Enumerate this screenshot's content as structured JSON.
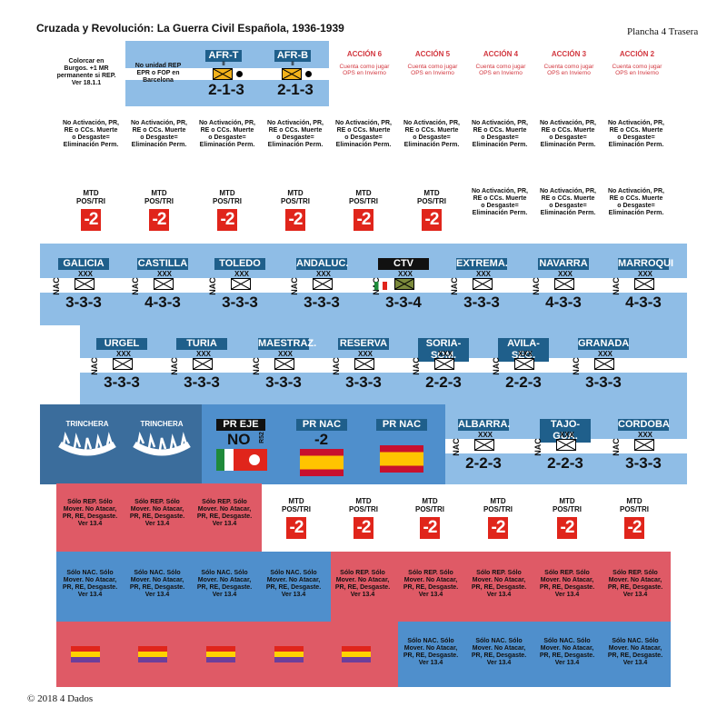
{
  "header": {
    "title": "Cruzada y Revolución: La Guerra Civil Española, 1936-1939",
    "sheet": "Plancha 4 Trasera"
  },
  "footer": {
    "copyright": "© 2018 4 Dados"
  },
  "colors": {
    "light_blue": "#8fbde6",
    "mid_blue": "#4f8fcc",
    "dark_blue": "#3b6d9c",
    "red_pink": "#df5a66",
    "red": "#e0251b"
  },
  "row1": {
    "note_left": "Colorcar en Burgos. +1 MR permanente si REP. Ver 18.1.1",
    "note_box": "No unidad REP EPR o FOP en Barcelona",
    "units": [
      {
        "label": "AFR-T",
        "size": "II",
        "strength": "2-1-3"
      },
      {
        "label": "AFR-B",
        "size": "II",
        "strength": "2-1-3"
      }
    ],
    "acciones": [
      {
        "title": "ACCIÓN 6",
        "text": "Cuenta como jugar OPS en Invierno"
      },
      {
        "title": "ACCIÓN 5",
        "text": "Cuenta como jugar OPS en Invierno"
      },
      {
        "title": "ACCIÓN 4",
        "text": "Cuenta como jugar OPS en Invierno"
      },
      {
        "title": "ACCIÓN 3",
        "text": "Cuenta como jugar OPS en Invierno"
      },
      {
        "title": "ACCIÓN 2",
        "text": "Cuenta como jugar OPS en Invierno"
      }
    ]
  },
  "row2": {
    "text": "No Activación, PR, RE o CCs. Muerte o Desgaste= Eliminación Perm."
  },
  "mtd": {
    "line1": "MTD",
    "line2": "POS/TRI",
    "value": "-2"
  },
  "row4": {
    "size": "XXX",
    "side": "NAC",
    "units": [
      {
        "label": "GALICIA",
        "strength": "3-3-3"
      },
      {
        "label": "CASTILLA",
        "strength": "4-3-3"
      },
      {
        "label": "TOLEDO",
        "strength": "3-3-3"
      },
      {
        "label": "ANDALUC.",
        "strength": "3-3-3"
      },
      {
        "label": "CTV",
        "strength": "3-3-4"
      },
      {
        "label": "EXTREMA.",
        "strength": "3-3-3"
      },
      {
        "label": "NAVARRA",
        "strength": "4-3-3"
      },
      {
        "label": "MARROQUI",
        "strength": "4-3-3"
      }
    ]
  },
  "row5": {
    "units": [
      {
        "label": "URGEL",
        "strength": "3-3-3"
      },
      {
        "label": "TURIA",
        "strength": "3-3-3"
      },
      {
        "label": "MAESTRAZ.",
        "strength": "3-3-3"
      },
      {
        "label": "RESERVA",
        "strength": "3-3-3"
      },
      {
        "label": "SORIA-SOM.",
        "strength": "2-2-3"
      },
      {
        "label": "AVILA-SEG.",
        "strength": "2-2-3"
      },
      {
        "label": "GRANADA",
        "strength": "3-3-3"
      }
    ]
  },
  "row6": {
    "trinchera": [
      "TRINCHERA",
      "TRINCHERA"
    ],
    "pr_eje": {
      "label": "PR EJE",
      "value": "NO",
      "rule": "R52"
    },
    "pr_nac1": {
      "label": "PR NAC",
      "value": "-2"
    },
    "pr_nac2": {
      "label": "PR NAC"
    },
    "units": [
      {
        "label": "ALBARRA.",
        "strength": "2-2-3"
      },
      {
        "label": "TAJO-GUA.",
        "strength": "2-2-3"
      },
      {
        "label": "CORDOBA",
        "strength": "3-3-3"
      }
    ]
  },
  "solo_rep": "Sólo REP. Sólo Mover. No Atacar, PR, RE, Desgaste. Ver 13.4",
  "solo_nac": "Sólo NAC. Sólo Mover. No Atacar, PR, RE, Desgaste. Ver 13.4"
}
